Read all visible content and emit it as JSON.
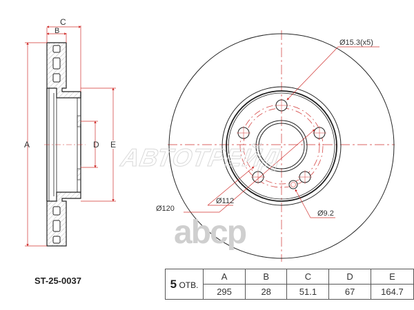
{
  "drawing": {
    "title": "Brake disc technical drawing",
    "side_view_labels": {
      "A": "A",
      "B": "B",
      "C": "C",
      "D": "D",
      "E": "E"
    },
    "front_view_callouts": {
      "bolt_hole": "Ø15.3(x5)",
      "pcd_outer": "Ø120",
      "pcd_inner": "Ø112",
      "small_hole": "Ø9.2"
    },
    "colors": {
      "outline": "#222222",
      "dimension": "#d0302e",
      "watermark": "#cfcfcf"
    }
  },
  "watermarks": {
    "text": "АВТОТРЕЙД",
    "logo": "abcp"
  },
  "part_number": "ST-25-0037",
  "spec_table": {
    "holes_count": "5",
    "holes_unit": "ОТВ.",
    "headers": [
      "A",
      "B",
      "C",
      "D",
      "E"
    ],
    "values": [
      "295",
      "28",
      "51.1",
      "67",
      "164.7"
    ]
  }
}
